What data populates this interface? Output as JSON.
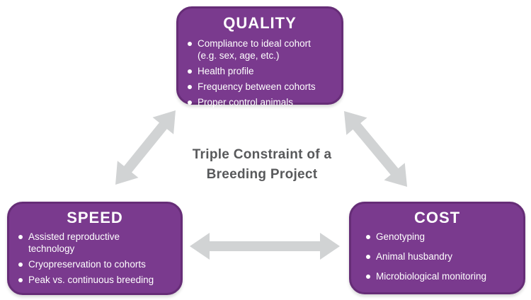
{
  "diagram": {
    "center_title": {
      "line1": "Triple Constraint of a",
      "line2": "Breeding Project"
    },
    "boxes": {
      "quality": {
        "title": "QUALITY",
        "items": [
          "Compliance to ideal cohort\n(e.g. sex, age, etc.)",
          "Health profile",
          "Frequency between cohorts",
          "Proper control animals"
        ]
      },
      "speed": {
        "title": "SPEED",
        "items": [
          "Assisted reproductive\ntechnology",
          "Cryopreservation to cohorts",
          "Peak vs. continuous breeding"
        ]
      },
      "cost": {
        "title": "COST",
        "items": [
          "Genotyping",
          "Animal husbandry",
          "Microbiological monitoring"
        ]
      }
    },
    "arrows": [
      {
        "between": "quality-speed",
        "direction": "bidirectional"
      },
      {
        "between": "quality-cost",
        "direction": "bidirectional"
      },
      {
        "between": "speed-cost",
        "direction": "bidirectional"
      }
    ],
    "colors": {
      "box_fill": "#7a3a8e",
      "box_border": "#662d77",
      "box_text": "#ffffff",
      "arrow_gray": "#d1d3d4",
      "center_text": "#58595b",
      "background": "#ffffff"
    }
  }
}
